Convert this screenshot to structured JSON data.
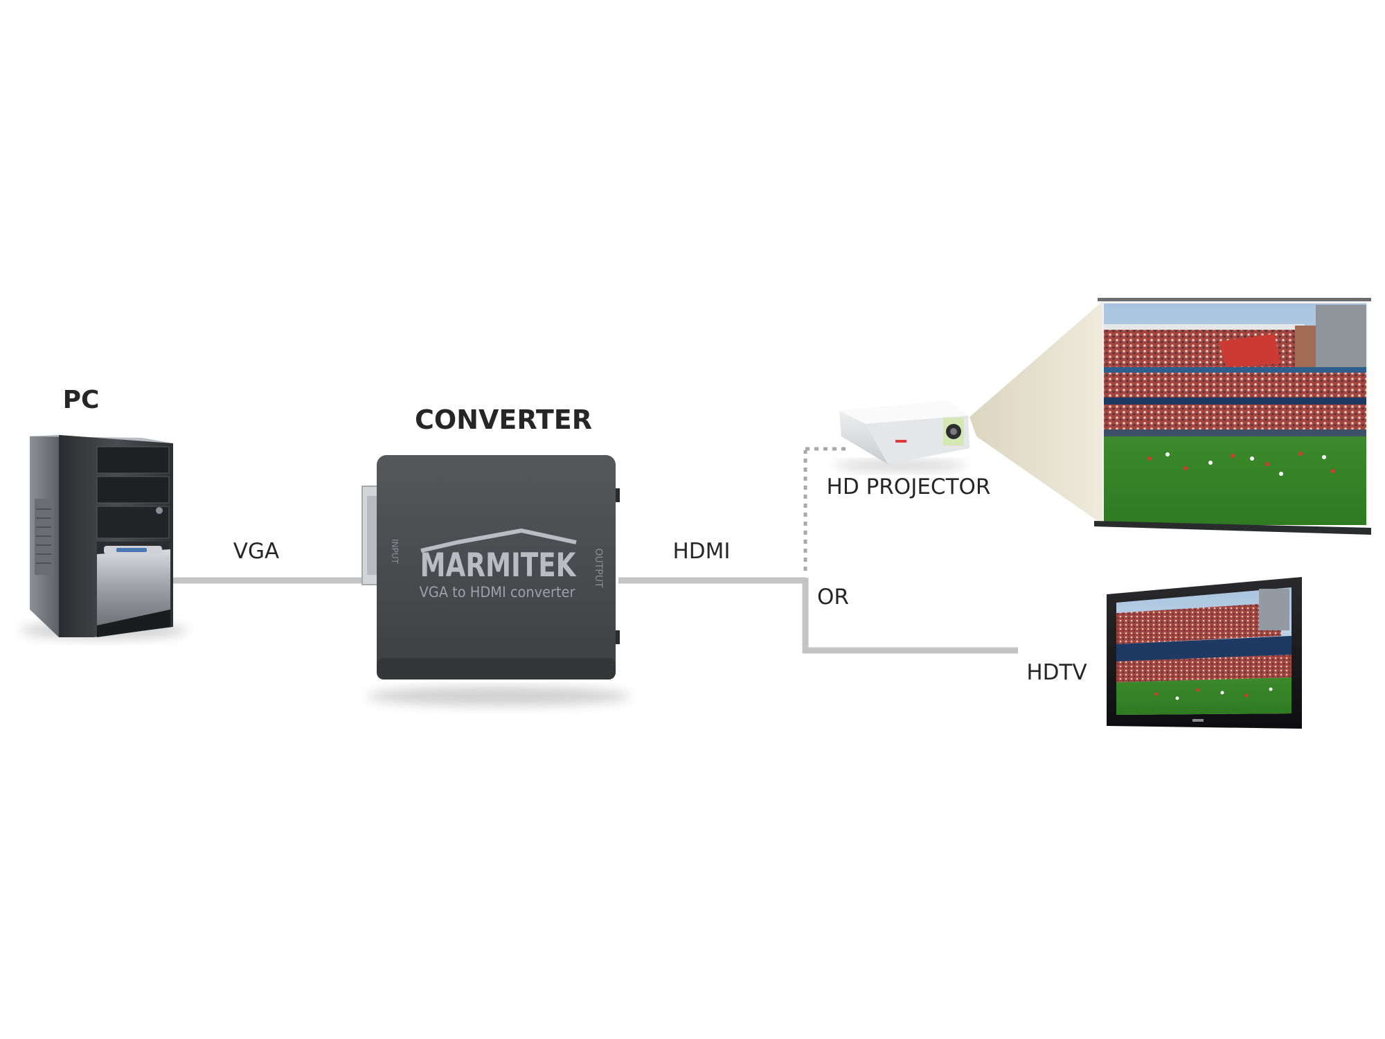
{
  "devices": {
    "pc": {
      "label": "PC",
      "icon": "pc-tower-icon"
    },
    "converter": {
      "label": "CONVERTER",
      "brand": "MARMITEK",
      "subtitle": "VGA to HDMI converter",
      "input_port_label": "INPUT",
      "output_port_label": "OUTPUT",
      "icon": "converter-box-icon"
    },
    "projector": {
      "label": "HD PROJECTOR",
      "icon": "projector-icon"
    },
    "screen": {
      "icon": "projection-screen-icon"
    },
    "hdtv": {
      "label": "HDTV",
      "icon": "television-icon"
    }
  },
  "connections": {
    "vga": {
      "label": "VGA"
    },
    "hdmi": {
      "label": "HDMI"
    },
    "or": {
      "label": "OR"
    }
  },
  "colors": {
    "cable": "#c4c4c4",
    "converter_body": "#4a4b4e",
    "brand_text": "#b9bdc2",
    "pitch_green": "#3e8a2c",
    "stadium_red": "#b03a34",
    "sky_blue": "#8fb2d3",
    "beam": "#e6e0ce",
    "label_text": "#262626"
  }
}
